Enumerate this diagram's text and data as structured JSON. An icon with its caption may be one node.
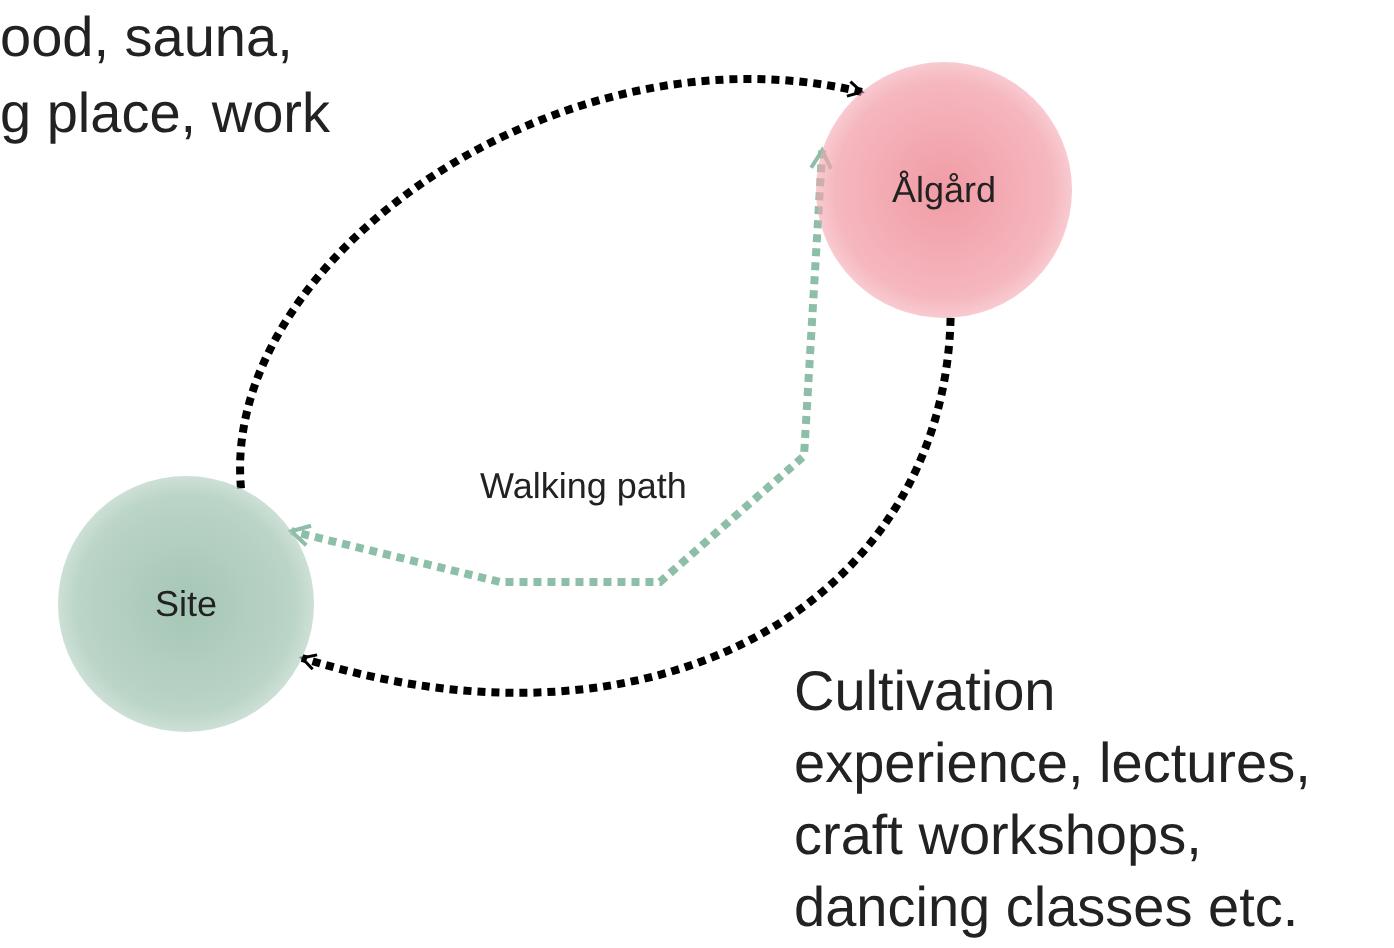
{
  "diagram": {
    "nodes": [
      {
        "text": [
          "Site"
        ]
      },
      {
        "text": [
          "Ålgård"
        ]
      }
    ],
    "edges": [
      {
        "from": 0,
        "to": 1,
        "arrow": "to",
        "style": "dashed",
        "label": "ood, sauna, g place, work"
      },
      {
        "from": 1,
        "to": 0,
        "arrow": "to",
        "style": "dashed",
        "label": "Cultivation experience, lectures, craft workshops, dancing classes etc."
      },
      {
        "from": 1,
        "to": 0,
        "arrow": "both",
        "style": "dashed",
        "color": "#8dbfa8",
        "label": "Walking path"
      }
    ]
  }
}
